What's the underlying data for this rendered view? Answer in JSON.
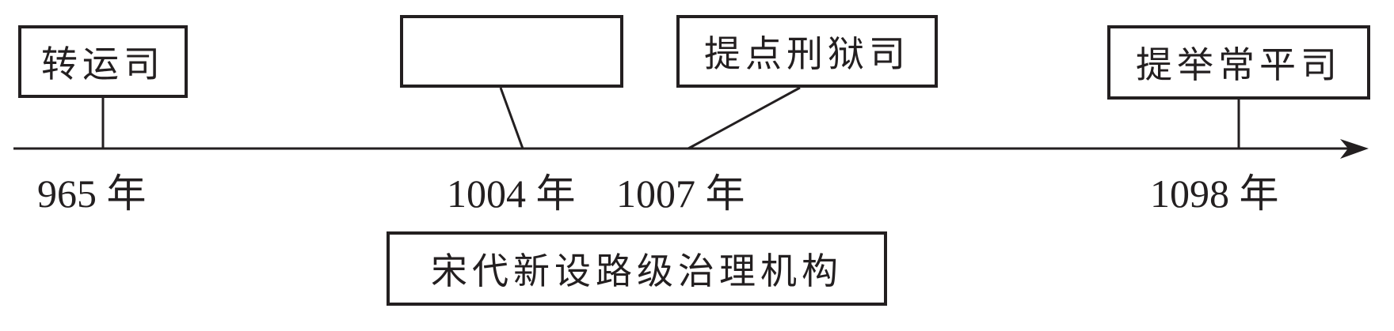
{
  "title": "宋代新设路级治理机构",
  "events": [
    {
      "year": "965 年",
      "label": "转运司"
    },
    {
      "year": "1004 年",
      "label": ""
    },
    {
      "year": "1007 年",
      "label": "提点刑狱司"
    },
    {
      "year": "1098 年",
      "label": "提举常平司"
    }
  ],
  "colors": {
    "ink": "#231f20"
  }
}
